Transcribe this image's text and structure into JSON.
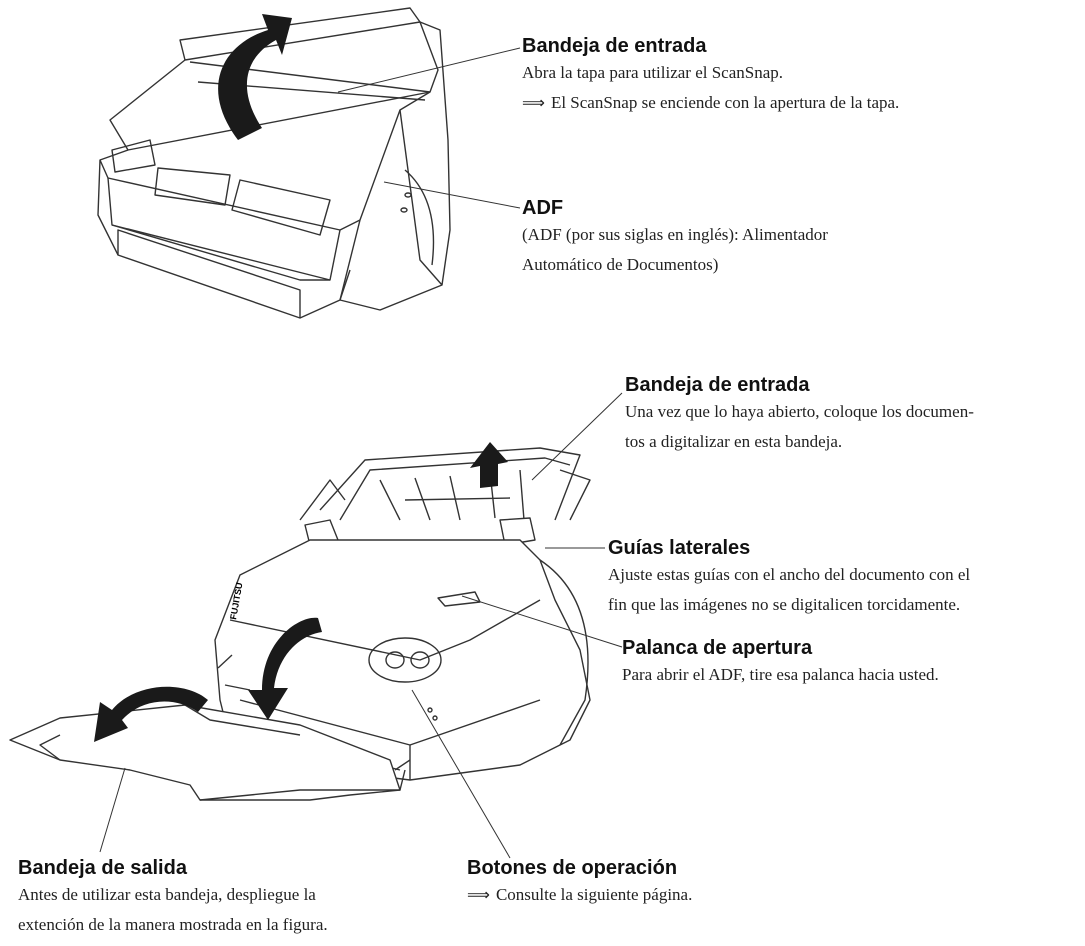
{
  "top_figure": {
    "input_tray": {
      "title": "Bandeja de entrada",
      "line1": "Abra la tapa para utilizar el ScanSnap.",
      "line2": "El ScanSnap se enciende con la apertura de la tapa.",
      "arrow_symbol": "⟹"
    },
    "adf": {
      "title": "ADF",
      "line1": "(ADF (por sus siglas en inglés): Alimentador",
      "line2": "Automático de Documentos)"
    }
  },
  "bottom_figure": {
    "input_tray": {
      "title": "Bandeja de entrada",
      "line1": "Una vez que lo haya abierto, coloque los documen-",
      "line2": "tos a digitalizar en esta bandeja."
    },
    "side_guides": {
      "title": "Guías laterales",
      "line1": "Ajuste estas guías con el ancho del documento con el",
      "line2": "fin que las imágenes no se digitalicen torcidamente."
    },
    "open_lever": {
      "title": "Palanca de apertura",
      "line1": "Para abrir el ADF,  tire esa palanca hacia usted."
    },
    "output_tray": {
      "title": "Bandeja de salida",
      "line1": "Antes de utilizar esta bandeja, despliegue la",
      "line2": "extención de la manera mostrada en la figura."
    },
    "operation_buttons": {
      "title": "Botones de operación",
      "line1": "Consulte la siguiente página.",
      "arrow_symbol": "⟹"
    },
    "logo_text": "FUJITSU"
  }
}
